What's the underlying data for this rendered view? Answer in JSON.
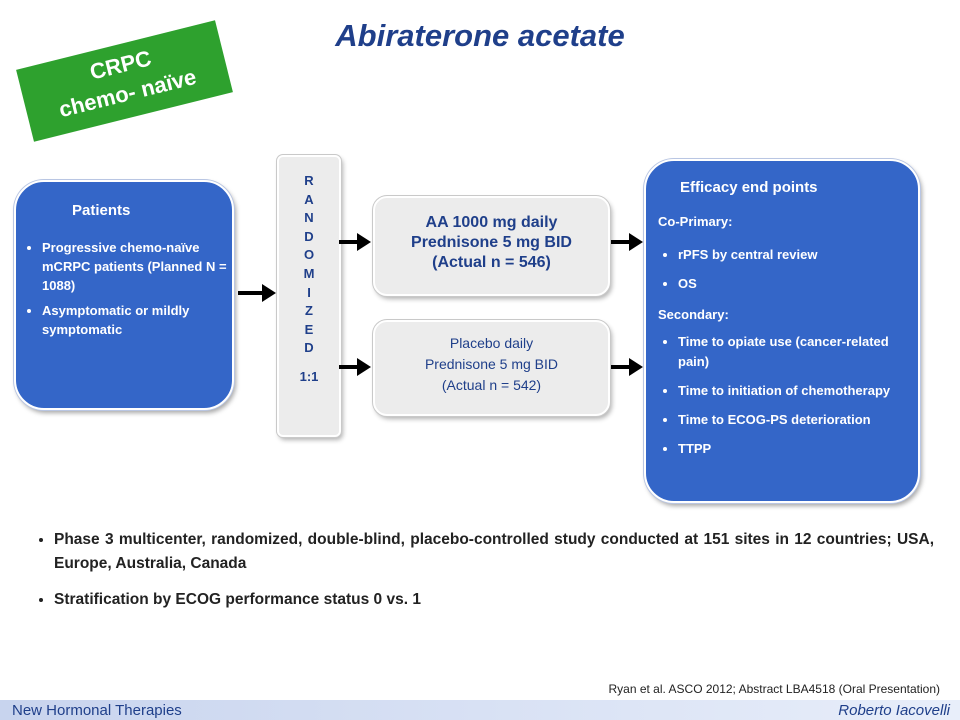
{
  "title": "Abiraterone acetate",
  "badge": {
    "line1": "CRPC",
    "line2": "chemo- naïve",
    "color": "#2ea12e"
  },
  "patients": {
    "heading": "Patients",
    "items": [
      "Progressive chemo-naïve mCRPC patients (Planned N = 1088)",
      "Asymptomatic or mildly symptomatic"
    ]
  },
  "randomized": {
    "letters": [
      "R",
      "A",
      "N",
      "D",
      "O",
      "M",
      "I",
      "Z",
      "E",
      "D"
    ],
    "ratio": "1:1"
  },
  "arms": [
    {
      "line1": "AA 1000 mg daily",
      "line2": "Prednisone 5 mg BID",
      "line3": "(Actual n = 546)"
    },
    {
      "line1": "Placebo daily",
      "line2": "Prednisone 5 mg BID",
      "line3": "(Actual n = 542)"
    }
  ],
  "efficacy": {
    "heading": "Efficacy end points",
    "primary_label": "Co-Primary:",
    "primary": [
      "rPFS by central review",
      "OS"
    ],
    "secondary_label": "Secondary:",
    "secondary": [
      "Time to opiate use (cancer-related pain)",
      "Time to initiation of chemotherapy",
      "Time to ECOG-PS deterioration",
      "TTPP"
    ]
  },
  "bullets": [
    "Phase 3 multicenter, randomized, double-blind, placebo-controlled study conducted at 151 sites in 12 countries; USA, Europe, Australia, Canada",
    "Stratification by ECOG performance status 0 vs. 1"
  ],
  "citation": "Ryan et al. ASCO 2012;  Abstract LBA4518 (Oral Presentation)",
  "footer": {
    "left": "New Hormonal Therapies",
    "right": "Roberto Iacovelli"
  },
  "colors": {
    "box_blue": "#3466c8",
    "title_blue": "#1f3f8a",
    "box_gray": "#ececec"
  }
}
